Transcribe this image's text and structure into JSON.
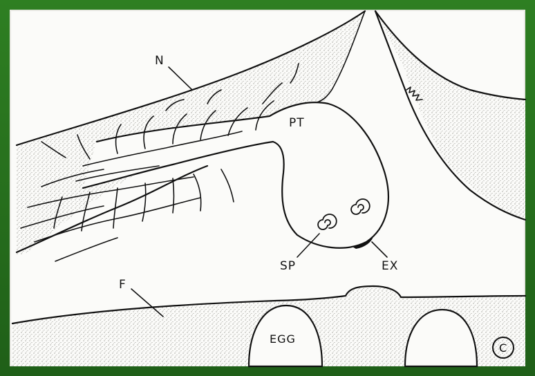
{
  "labels": {
    "N": "N",
    "PT": "PT",
    "SP": "SP",
    "EX": "EX",
    "F": "F",
    "EGG": "EGG",
    "C": "C"
  },
  "colors": {
    "background_green": "#2f7d24",
    "paper": "#fbfbf9",
    "ink": "#111111",
    "stipple": "#7a7a72"
  }
}
